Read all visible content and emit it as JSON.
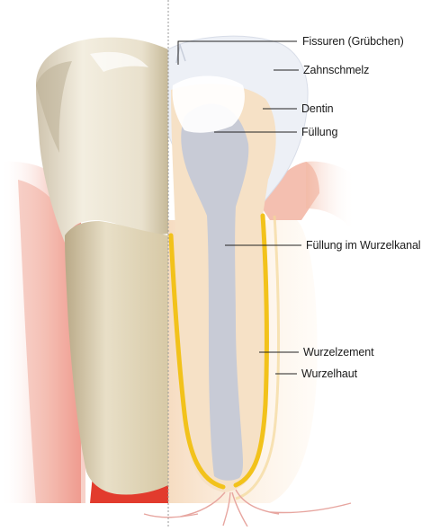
{
  "labels": {
    "fissuren": "Fissuren (Grübchen)",
    "zahnschmelz": "Zahnschmelz",
    "dentin": "Dentin",
    "fuellung": "Füllung",
    "fuellung_wurzelkanal": "Füllung im Wurzelkanal",
    "wurzelzement": "Wurzelzement",
    "wurzelhaut": "Wurzelhaut"
  },
  "colors": {
    "gum": "#e23b2d",
    "gum_light": "#f7d3c6",
    "enamel": "#eef1f5",
    "dentin": "#f6e2c8",
    "filling": "#c9ccd6",
    "cementum": "#f2c21b",
    "bone": "#f9e8cf",
    "tooth_outer": "#f1ead8",
    "divider": "#9a9a9a",
    "leader": "#222222"
  }
}
